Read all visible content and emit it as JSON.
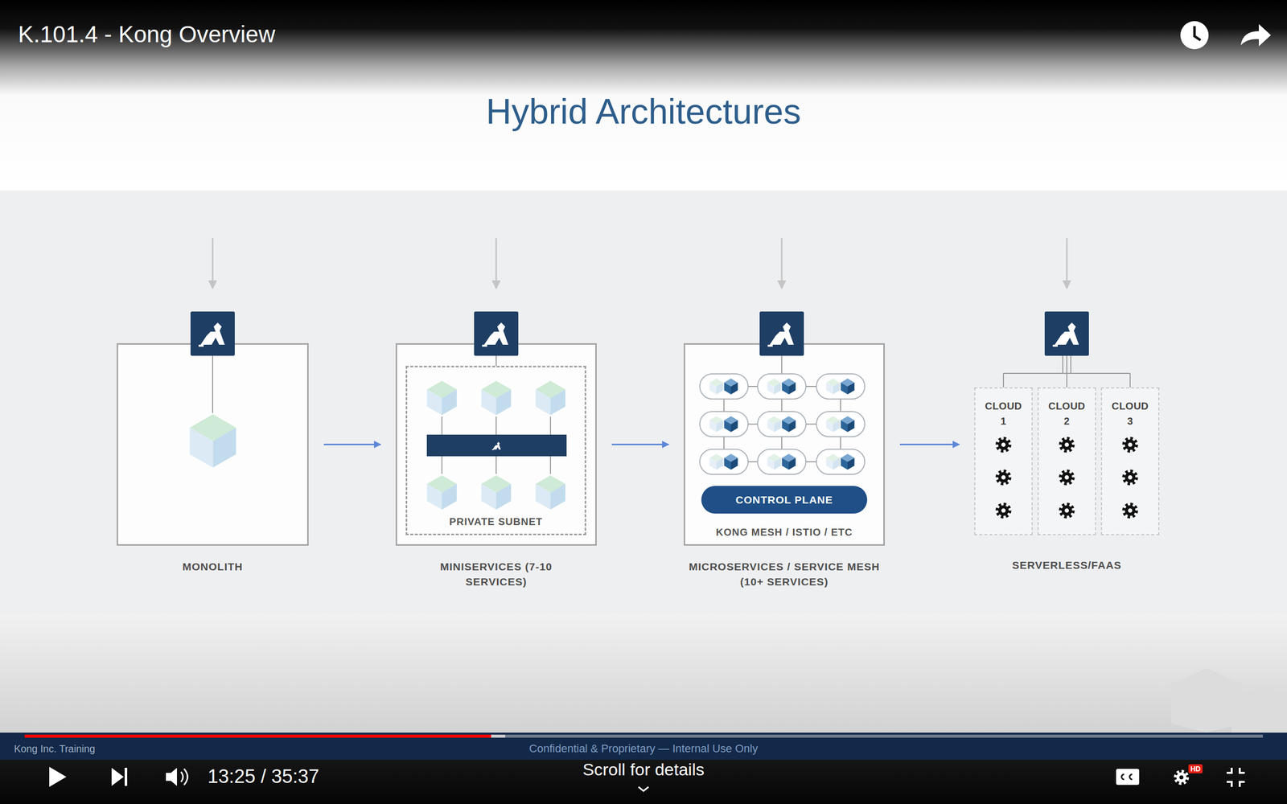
{
  "diagram": {
    "title": "Hybrid Architectures",
    "nodes": [
      {
        "text": [
          "MONOLITH"
        ]
      },
      {
        "text": [
          "MINISERVICES (7-10 SERVICES)"
        ]
      },
      {
        "text": [
          "PRIVATE SUBNET"
        ],
        "in": 1
      },
      {
        "text": [
          "MICROSERVICES / SERVICE MESH (10+ SERVICES)",
          "KONG MESH / ISTIO / ETC"
        ]
      },
      {
        "text": [
          "CONTROL PLANE"
        ],
        "in": 3
      },
      {
        "text": [
          "CLOUD 1"
        ]
      },
      {
        "text": [
          "CLOUD 2"
        ]
      },
      {
        "text": [
          "CLOUD 3"
        ]
      }
    ],
    "edges": [
      {
        "from": 0,
        "to": 1,
        "arrow": "to"
      },
      {
        "from": 1,
        "to": 3,
        "arrow": "to"
      },
      {
        "from": 3,
        "to": 5,
        "arrow": "to"
      }
    ],
    "labels": [
      "K.101.4 - Kong Overview",
      "SERVERLESS/FAAS",
      "Kong Inc. Training",
      "Confidential & Proprietary — Internal Use Only",
      "13:25 / 35:37",
      "Scroll for details",
      "HD"
    ]
  }
}
